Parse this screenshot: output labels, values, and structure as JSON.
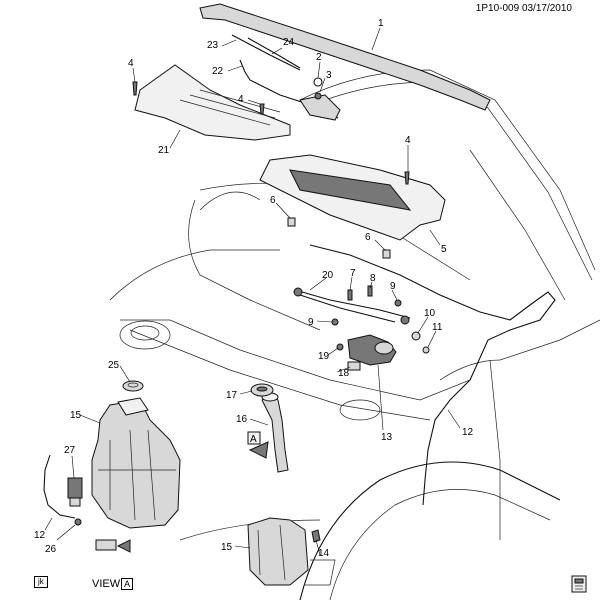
{
  "header": {
    "doc_id": "1P10-009",
    "date": "03/17/2010"
  },
  "footer": {
    "initials": "jk",
    "view_label": "VIEW",
    "view_letter": "A"
  },
  "view_marker_letter": "A",
  "callouts": [
    "1",
    "2",
    "3",
    "4",
    "4",
    "4",
    "5",
    "6",
    "6",
    "7",
    "8",
    "9",
    "9",
    "10",
    "11",
    "12",
    "12",
    "13",
    "14",
    "15",
    "15",
    "16",
    "17",
    "18",
    "19",
    "20",
    "21",
    "22",
    "23",
    "24",
    "25",
    "26",
    "27"
  ]
}
